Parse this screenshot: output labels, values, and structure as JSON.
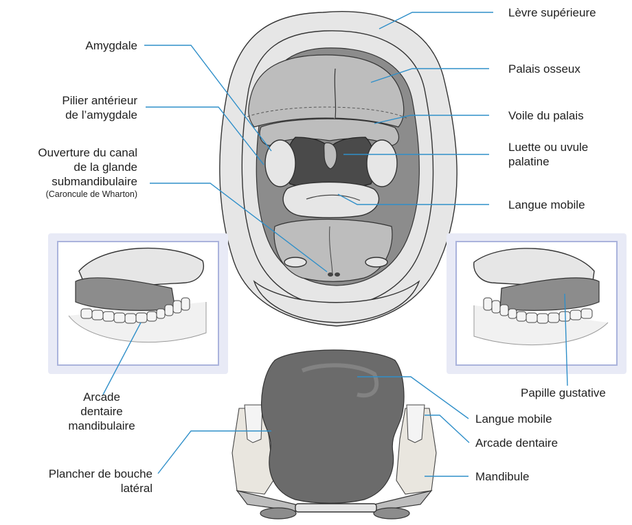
{
  "labels": {
    "levre_superieure": "Lèvre supérieure",
    "amygdale": "Amygdale",
    "palais_osseux": "Palais osseux",
    "pilier_line1": "Pilier antérieur",
    "pilier_line2": "de l’amygdale",
    "voile_du_palais": "Voile du palais",
    "ouverture_line1": "Ouverture du canal",
    "ouverture_line2": "de la glande",
    "ouverture_line3": "submandibulaire",
    "caroncule": "(Caroncule de Wharton)",
    "luette_line1": "Luette ou uvule",
    "luette_line2": "palatine",
    "langue_mobile_top": "Langue mobile",
    "arcade_mand_line1": "Arcade",
    "arcade_mand_line2": "dentaire",
    "arcade_mand_line3": "mandibulaire",
    "papille_gustative": "Papille gustative",
    "langue_mobile_bottom": "Langue mobile",
    "arcade_dentaire": "Arcade dentaire",
    "plancher_line1": "Plancher de bouche",
    "plancher_line2": "latéral",
    "mandibule": "Mandibule"
  },
  "colors": {
    "leader_line": "#2f8fc9",
    "inset_frame": "#aab3dc"
  }
}
